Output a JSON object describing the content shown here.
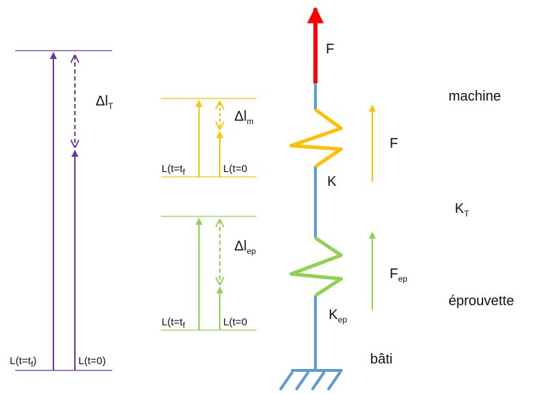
{
  "colors": {
    "purple": "#7030A0",
    "yellow": "#FFC000",
    "green": "#92D050",
    "red": "#FF0000",
    "blue": "#5B9BD5"
  },
  "labels": {
    "force_top": "F",
    "machine": "machine",
    "specimen": "éprouvette",
    "frame": "bâti",
    "total_stiffness_main": "K",
    "total_stiffness_sub": "T",
    "machine_force": "F",
    "machine_stiffness": "K",
    "specimen_force_main": "F",
    "specimen_force_sub": "ep",
    "specimen_stiffness_main": "K",
    "specimen_stiffness_sub": "ep"
  },
  "purple_group": {
    "delta_main": "Δl",
    "delta_sub": "T",
    "label_final_main": "L(t=t",
    "label_final_sub": "f",
    "label_final_end": ")",
    "label_initial": "L(t=0)"
  },
  "yellow_group": {
    "delta_main": "Δl",
    "delta_sub": "m",
    "label_final_main": "L(t=t",
    "label_final_sub": "f",
    "label_initial": "L(t=0"
  },
  "green_group": {
    "delta_main": "Δl",
    "delta_sub": "ep",
    "label_final_main": "L(t=t",
    "label_final_sub": "f",
    "label_initial": "L(t=0"
  }
}
